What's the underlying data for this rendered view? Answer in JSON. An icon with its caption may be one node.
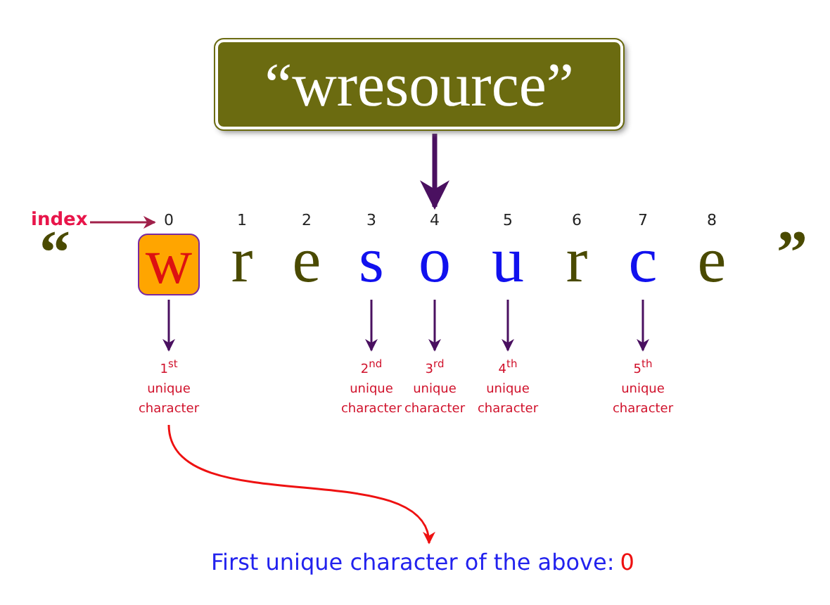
{
  "diagram": {
    "nodes": [
      {
        "text": [
          "“wresource”"
        ]
      },
      {
        "text": [
          "index"
        ]
      },
      {
        "text": [
          "0"
        ]
      },
      {
        "text": [
          "1"
        ]
      },
      {
        "text": [
          "2"
        ]
      },
      {
        "text": [
          "3"
        ]
      },
      {
        "text": [
          "4"
        ]
      },
      {
        "text": [
          "5"
        ]
      },
      {
        "text": [
          "6"
        ]
      },
      {
        "text": [
          "7"
        ]
      },
      {
        "text": [
          "8"
        ]
      },
      {
        "text": [
          "w"
        ]
      },
      {
        "text": [
          "r"
        ]
      },
      {
        "text": [
          "e"
        ]
      },
      {
        "text": [
          "s"
        ]
      },
      {
        "text": [
          "o"
        ]
      },
      {
        "text": [
          "u"
        ]
      },
      {
        "text": [
          "r"
        ]
      },
      {
        "text": [
          "c"
        ]
      },
      {
        "text": [
          "e"
        ]
      },
      {
        "text": [
          "1$^{st}$ unique character"
        ]
      },
      {
        "text": [
          "2$^{nd}$ unique character"
        ]
      },
      {
        "text": [
          "3$^{rd}$ unique character"
        ]
      },
      {
        "text": [
          "4$^{th}$ unique character"
        ]
      },
      {
        "text": [
          "5$^{th}$ unique character"
        ]
      },
      {
        "text": [
          "First unique character of the above:",
          "0"
        ]
      }
    ],
    "edges": [
      {
        "from": 0,
        "to": 6,
        "arrow": "to",
        "style": "thick"
      },
      {
        "from": 1,
        "to": 2,
        "arrow": "to",
        "color": "#a0204a"
      },
      {
        "from": 11,
        "to": 20,
        "arrow": "to"
      },
      {
        "from": 14,
        "to": 21,
        "arrow": "to"
      },
      {
        "from": 15,
        "to": 22,
        "arrow": "to"
      },
      {
        "from": 16,
        "to": 23,
        "arrow": "to"
      },
      {
        "from": 18,
        "to": 24,
        "arrow": "to"
      },
      {
        "from": 20,
        "to": 25,
        "arrow": "to",
        "color": "#ee1111"
      }
    ],
    "labels": [
      "“",
      "”"
    ]
  }
}
